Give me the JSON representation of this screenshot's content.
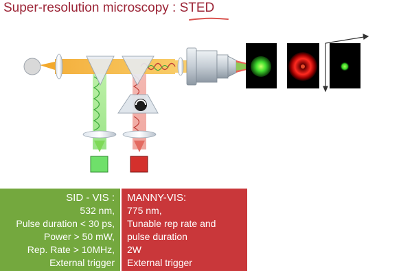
{
  "title": {
    "prefix": "Super-resolution microscopy : ",
    "highlight": "STED"
  },
  "colors": {
    "title": "#9b2335",
    "accent_underline": "#d9534f",
    "beam_main": "#f5b93a",
    "beam_green": "#7ed957",
    "beam_red": "#e8837b",
    "box_green": "#74a83e",
    "box_red": "#c9373a"
  },
  "boxes": {
    "left": {
      "lines": [
        "SID - VIS :",
        "532 nm,",
        "Pulse duration < 30 ps,",
        "Power > 50 mW,",
        "Rep. Rate > 10MHz,",
        "External trigger"
      ]
    },
    "right": {
      "lines": [
        "MANNY-VIS:",
        "775 nm,",
        "Tunable rep rate and",
        "pulse duration",
        "2W",
        "External trigger"
      ]
    }
  }
}
